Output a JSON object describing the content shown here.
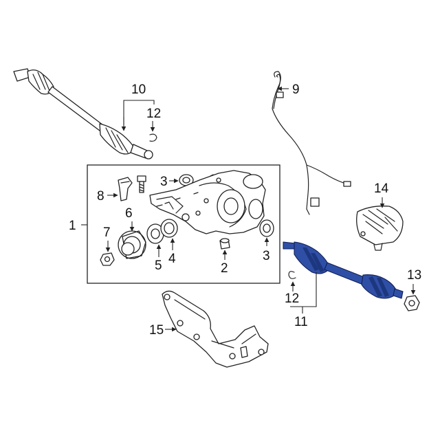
{
  "callouts": {
    "c1": "1",
    "c2": "2",
    "c3a": "3",
    "c3b": "3",
    "c4": "4",
    "c5": "5",
    "c6": "6",
    "c7": "7",
    "c8": "8",
    "c9": "9",
    "c10": "10",
    "c11": "11",
    "c12a": "12",
    "c12b": "12",
    "c13": "13",
    "c14": "14",
    "c15": "15"
  },
  "colors": {
    "line": "#222222",
    "highlight": "#2f4fa7",
    "background": "#ffffff"
  },
  "highlighted_part": "11"
}
